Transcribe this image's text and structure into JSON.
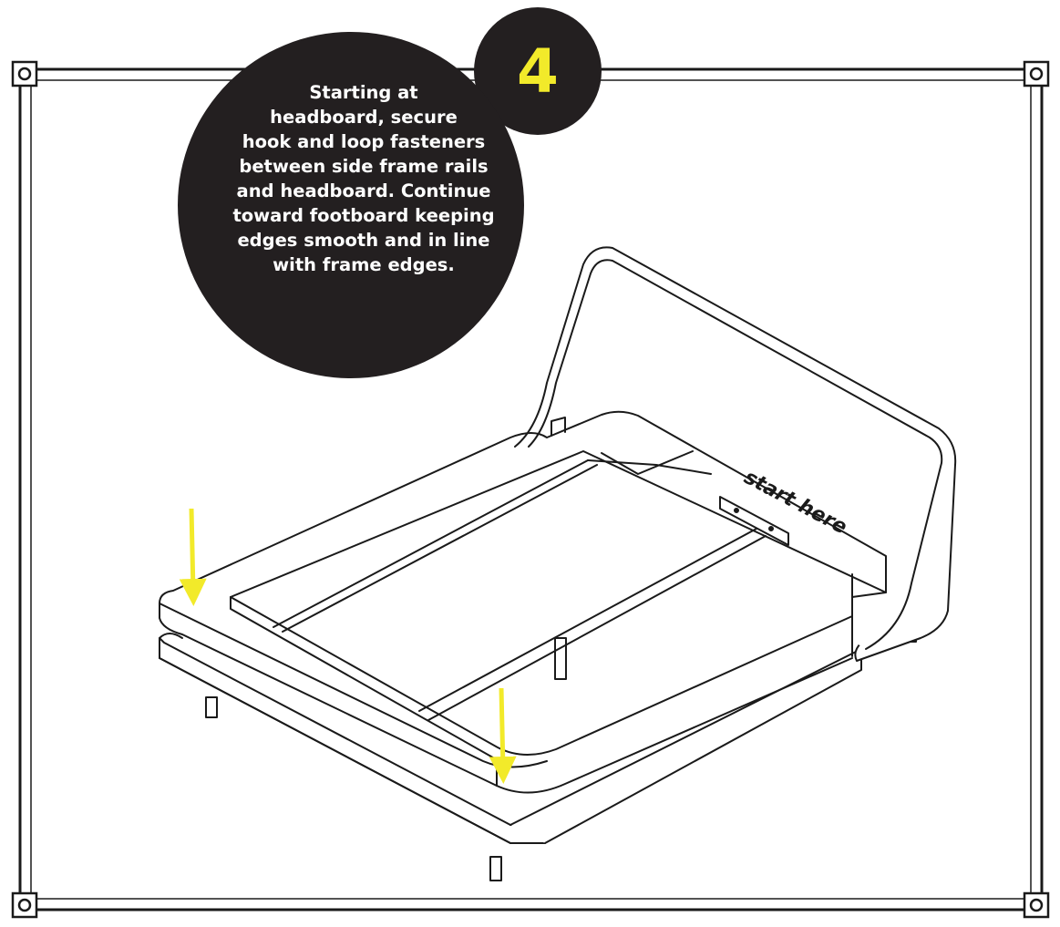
{
  "step": {
    "number": "4",
    "instruction_lines": [
      "Starting at",
      "headboard, secure",
      "hook and loop fasteners",
      "between side frame rails",
      "and headboard. Continue",
      "toward footboard keeping",
      "edges smooth and in line",
      "with frame edges."
    ]
  },
  "annotation": {
    "start_label": "start here"
  },
  "colors": {
    "bubble": "#231f20",
    "accent": "#f2ea2a",
    "line": "#1a1a1a"
  }
}
